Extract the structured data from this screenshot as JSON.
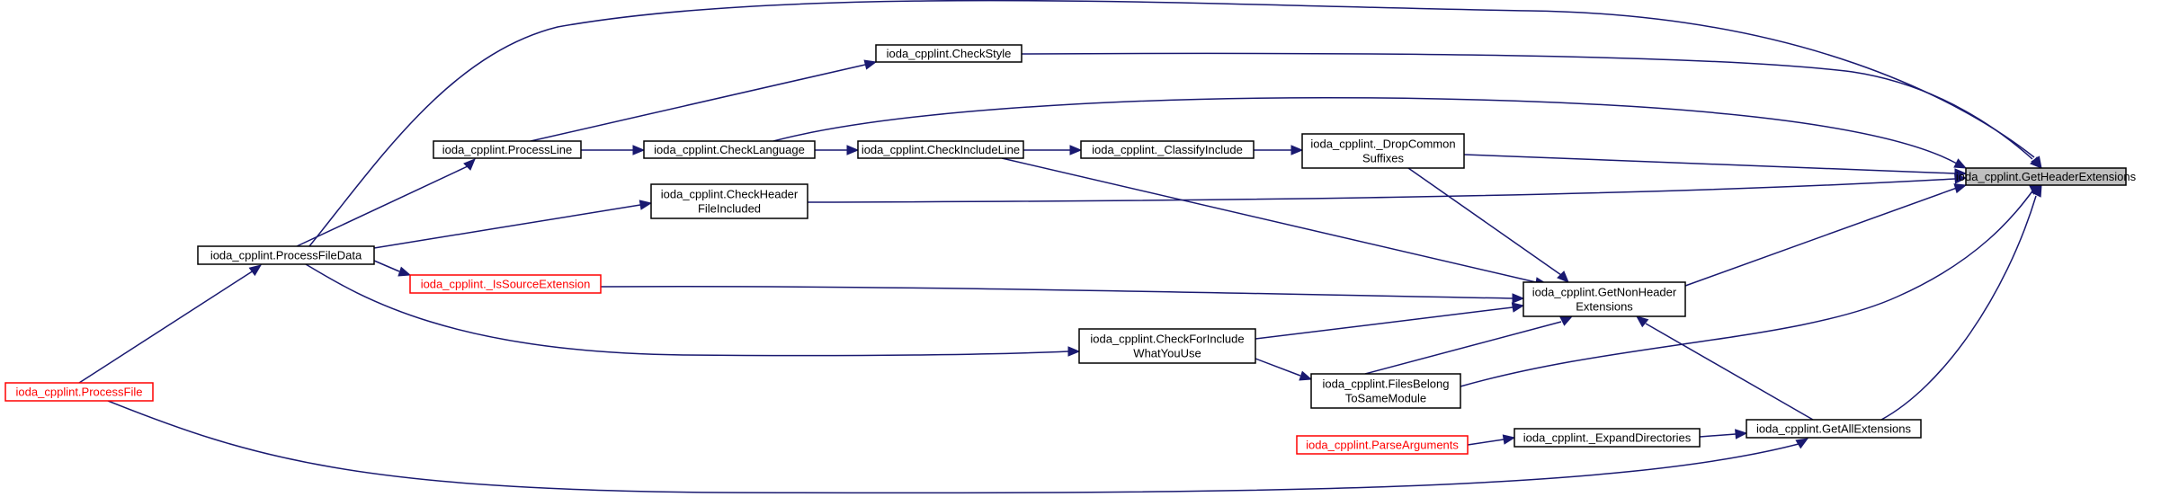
{
  "diagram": {
    "colors": {
      "edge": "#191970",
      "node_border": "#000000",
      "node_border_truncated": "#ff0000",
      "focus_fill": "#bfbfbf",
      "background": "#ffffff"
    },
    "nodes": [
      {
        "id": "get_header_extensions",
        "lines": [
          "ioda_cpplint.GetHeaderExtensions"
        ],
        "style": "focus"
      },
      {
        "id": "check_style",
        "lines": [
          "ioda_cpplint.CheckStyle"
        ],
        "style": "normal"
      },
      {
        "id": "process_line",
        "lines": [
          "ioda_cpplint.ProcessLine"
        ],
        "style": "normal"
      },
      {
        "id": "check_language",
        "lines": [
          "ioda_cpplint.CheckLanguage"
        ],
        "style": "normal"
      },
      {
        "id": "check_include_line",
        "lines": [
          "ioda_cpplint.CheckIncludeLine"
        ],
        "style": "normal"
      },
      {
        "id": "classify_include",
        "lines": [
          "ioda_cpplint._ClassifyInclude"
        ],
        "style": "normal"
      },
      {
        "id": "drop_common_suffixes",
        "lines": [
          "ioda_cpplint._DropCommon",
          "Suffixes"
        ],
        "style": "normal"
      },
      {
        "id": "check_header_file_included",
        "lines": [
          "ioda_cpplint.CheckHeader",
          "FileIncluded"
        ],
        "style": "normal"
      },
      {
        "id": "process_file_data",
        "lines": [
          "ioda_cpplint.ProcessFileData"
        ],
        "style": "normal"
      },
      {
        "id": "is_source_extension",
        "lines": [
          "ioda_cpplint._IsSourceExtension"
        ],
        "style": "truncated"
      },
      {
        "id": "get_non_header_extensions",
        "lines": [
          "ioda_cpplint.GetNonHeader",
          "Extensions"
        ],
        "style": "normal"
      },
      {
        "id": "check_for_include_what_you_use",
        "lines": [
          "ioda_cpplint.CheckForInclude",
          "WhatYouUse"
        ],
        "style": "normal"
      },
      {
        "id": "files_belong_to_same_module",
        "lines": [
          "ioda_cpplint.FilesBelong",
          "ToSameModule"
        ],
        "style": "normal"
      },
      {
        "id": "process_file",
        "lines": [
          "ioda_cpplint.ProcessFile"
        ],
        "style": "truncated"
      },
      {
        "id": "parse_arguments",
        "lines": [
          "ioda_cpplint.ParseArguments"
        ],
        "style": "truncated"
      },
      {
        "id": "expand_directories",
        "lines": [
          "ioda_cpplint._ExpandDirectories"
        ],
        "style": "normal"
      },
      {
        "id": "get_all_extensions",
        "lines": [
          "ioda_cpplint.GetAllExtensions"
        ],
        "style": "normal"
      }
    ],
    "edges": [
      {
        "from": "process_file",
        "to": "process_file_data"
      },
      {
        "from": "process_file_data",
        "to": "process_line"
      },
      {
        "from": "process_file_data",
        "to": "check_header_file_included"
      },
      {
        "from": "process_file_data",
        "to": "is_source_extension"
      },
      {
        "from": "process_file_data",
        "to": "check_for_include_what_you_use"
      },
      {
        "from": "process_file_data",
        "to": "get_header_extensions"
      },
      {
        "from": "process_line",
        "to": "check_style"
      },
      {
        "from": "process_line",
        "to": "check_language"
      },
      {
        "from": "check_style",
        "to": "get_header_extensions"
      },
      {
        "from": "check_language",
        "to": "check_include_line"
      },
      {
        "from": "check_language",
        "to": "get_header_extensions"
      },
      {
        "from": "check_include_line",
        "to": "classify_include"
      },
      {
        "from": "check_include_line",
        "to": "get_non_header_extensions"
      },
      {
        "from": "classify_include",
        "to": "drop_common_suffixes"
      },
      {
        "from": "drop_common_suffixes",
        "to": "get_header_extensions"
      },
      {
        "from": "drop_common_suffixes",
        "to": "get_non_header_extensions"
      },
      {
        "from": "check_header_file_included",
        "to": "get_header_extensions"
      },
      {
        "from": "is_source_extension",
        "to": "get_non_header_extensions"
      },
      {
        "from": "check_for_include_what_you_use",
        "to": "get_non_header_extensions"
      },
      {
        "from": "check_for_include_what_you_use",
        "to": "files_belong_to_same_module"
      },
      {
        "from": "files_belong_to_same_module",
        "to": "get_non_header_extensions"
      },
      {
        "from": "files_belong_to_same_module",
        "to": "get_header_extensions"
      },
      {
        "from": "get_non_header_extensions",
        "to": "get_header_extensions"
      },
      {
        "from": "get_all_extensions",
        "to": "get_non_header_extensions"
      },
      {
        "from": "get_all_extensions",
        "to": "get_header_extensions"
      },
      {
        "from": "parse_arguments",
        "to": "expand_directories"
      },
      {
        "from": "expand_directories",
        "to": "get_all_extensions"
      },
      {
        "from": "process_file",
        "to": "get_all_extensions"
      }
    ]
  }
}
